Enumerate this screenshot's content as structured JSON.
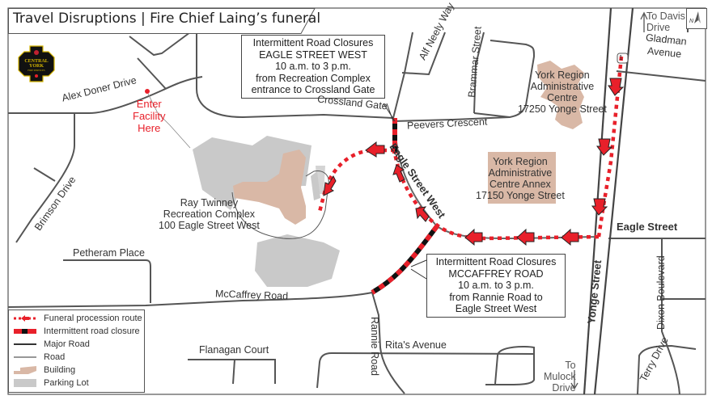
{
  "title": "Travel Disruptions | Fire Chief Laing’s funeral",
  "logo": {
    "line1": "CENTRAL",
    "line2": "YORK",
    "line3": "FIRE SERVICES",
    "icon": "fire-services-shield-icon"
  },
  "entrance": {
    "line1": "Enter",
    "line2": "Facility",
    "line3": "Here",
    "color": "#e8202a"
  },
  "callouts": {
    "eagle": [
      "Intermittent Road Closures",
      "EAGLE STREET WEST",
      "10 a.m. to 3 p.m.",
      "from Recreation Complex",
      "entrance to Crossland Gate"
    ],
    "mccaffrey": [
      "Intermittent Road Closures",
      "MCCAFFREY ROAD",
      "10 a.m. to 3 p.m.",
      "from Rannie Road to",
      "Eagle Street West"
    ]
  },
  "facilities": {
    "rec_complex": [
      "Ray Twinney",
      "Recreation Complex",
      "100 Eagle Street West"
    ],
    "york_centre": [
      "York Region",
      "Administrative",
      "Centre",
      "17250 Yonge Street"
    ],
    "york_annex": [
      "York Region",
      "Administrative",
      "Centre Annex",
      "17150 Yonge Street"
    ]
  },
  "streets": {
    "alex_doner": "Alex Doner Drive",
    "crossland": "Crossland Gate",
    "peevers": "Peevers Crescent",
    "alf_neely": "Alf Neely Way",
    "brammar": "Brammar Street",
    "gladman_1": "Gladman",
    "gladman_2": "Avenue",
    "brimson": "Brimson Drive",
    "eagle_west": "Eagle Street West",
    "eagle": "Eagle Street",
    "yonge": "Yonge Street",
    "petheram": "Petheram Place",
    "mccaffrey": "McCaffrey Road",
    "rannie": "Rannie Road",
    "ritas": "Rita's Avenue",
    "flanagan": "Flanagan Court",
    "dixon": "Dixon Boulevard",
    "terry": "Terry Drive",
    "route_shield": "1"
  },
  "directions": {
    "davis": [
      "To Davis",
      "Drive"
    ],
    "mulock": [
      "To",
      "Mulock",
      "Drive"
    ]
  },
  "north_arrow": {
    "label": "N",
    "icon": "north-arrow-icon"
  },
  "legend": [
    {
      "label": "Funeral procession route",
      "icon": "procession-route-icon"
    },
    {
      "label": "Intermittent road closure",
      "icon": "road-closure-icon"
    },
    {
      "label": "Major Road",
      "icon": "major-road-icon"
    },
    {
      "label": "Road",
      "icon": "road-icon"
    },
    {
      "label": "Building",
      "icon": "building-icon"
    },
    {
      "label": "Parking Lot",
      "icon": "parking-lot-icon"
    }
  ],
  "colors": {
    "route": "#e8202a",
    "closure_black": "#111111",
    "building": "#d9b8a6",
    "parking": "#c9c9c9",
    "road": "#555555"
  }
}
